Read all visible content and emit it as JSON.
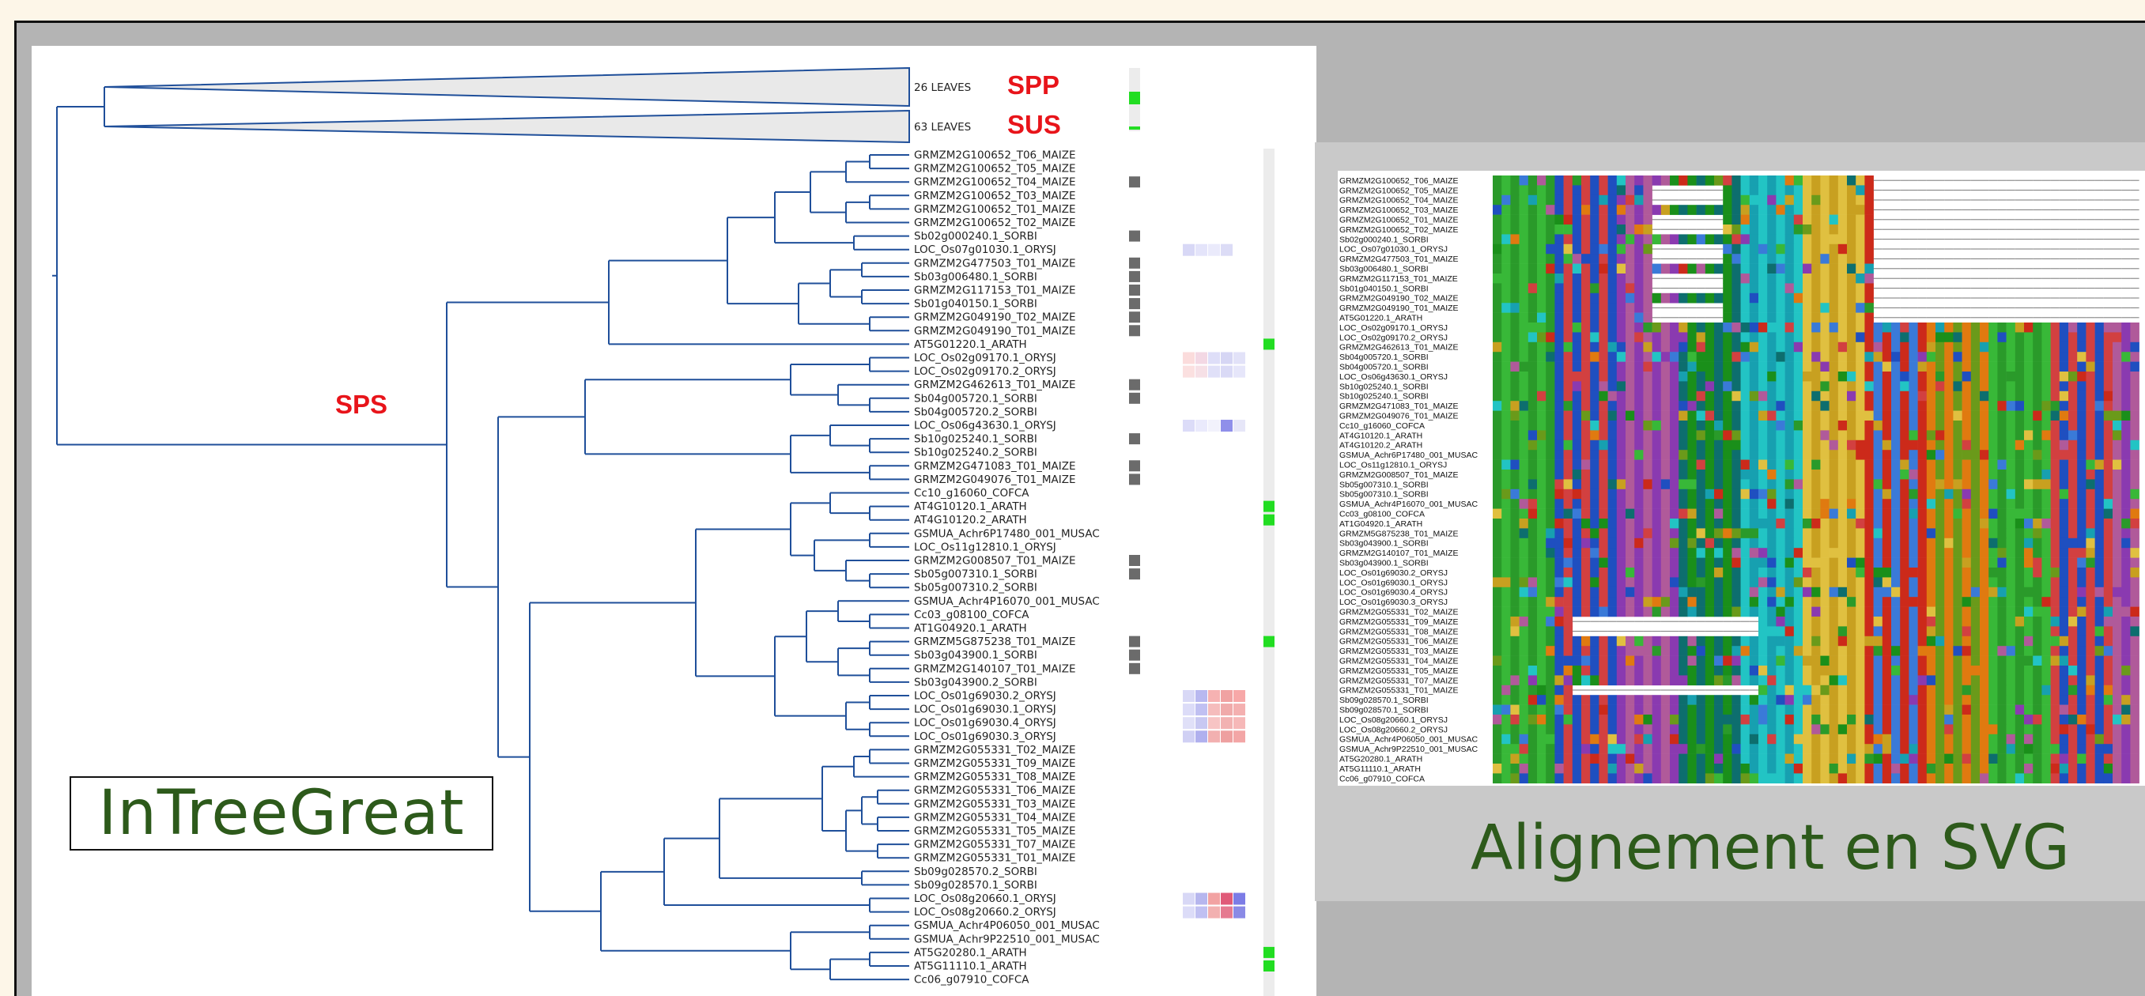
{
  "collapsed": {
    "spp": {
      "leaves_label": "26 LEAVES",
      "family": "SPP"
    },
    "sus": {
      "leaves_label": "63 LEAVES",
      "family": "SUS"
    }
  },
  "sps_label": "SPS",
  "leaves": [
    "GRMZM2G100652_T06_MAIZE",
    "GRMZM2G100652_T05_MAIZE",
    "GRMZM2G100652_T04_MAIZE",
    "GRMZM2G100652_T03_MAIZE",
    "GRMZM2G100652_T01_MAIZE",
    "GRMZM2G100652_T02_MAIZE",
    "Sb02g000240.1_SORBI",
    "LOC_Os07g01030.1_ORYSJ",
    "GRMZM2G477503_T01_MAIZE",
    "Sb03g006480.1_SORBI",
    "GRMZM2G117153_T01_MAIZE",
    "Sb01g040150.1_SORBI",
    "GRMZM2G049190_T02_MAIZE",
    "GRMZM2G049190_T01_MAIZE",
    "AT5G01220.1_ARATH",
    "LOC_Os02g09170.1_ORYSJ",
    "LOC_Os02g09170.2_ORYSJ",
    "GRMZM2G462613_T01_MAIZE",
    "Sb04g005720.1_SORBI",
    "Sb04g005720.2_SORBI",
    "LOC_Os06g43630.1_ORYSJ",
    "Sb10g025240.1_SORBI",
    "Sb10g025240.2_SORBI",
    "GRMZM2G471083_T01_MAIZE",
    "GRMZM2G049076_T01_MAIZE",
    "Cc10_g16060_COFCA",
    "AT4G10120.1_ARATH",
    "AT4G10120.2_ARATH",
    "GSMUA_Achr6P17480_001_MUSAC",
    "LOC_Os11g12810.1_ORYSJ",
    "GRMZM2G008507_T01_MAIZE",
    "Sb05g007310.1_SORBI",
    "Sb05g007310.2_SORBI",
    "GSMUA_Achr4P16070_001_MUSAC",
    "Cc03_g08100_COFCA",
    "AT1G04920.1_ARATH",
    "GRMZM5G875238_T01_MAIZE",
    "Sb03g043900.1_SORBI",
    "GRMZM2G140107_T01_MAIZE",
    "Sb03g043900.2_SORBI",
    "LOC_Os01g69030.2_ORYSJ",
    "LOC_Os01g69030.1_ORYSJ",
    "LOC_Os01g69030.4_ORYSJ",
    "LOC_Os01g69030.3_ORYSJ",
    "GRMZM2G055331_T02_MAIZE",
    "GRMZM2G055331_T09_MAIZE",
    "GRMZM2G055331_T08_MAIZE",
    "GRMZM2G055331_T06_MAIZE",
    "GRMZM2G055331_T03_MAIZE",
    "GRMZM2G055331_T04_MAIZE",
    "GRMZM2G055331_T05_MAIZE",
    "GRMZM2G055331_T07_MAIZE",
    "GRMZM2G055331_T01_MAIZE",
    "Sb09g028570.2_SORBI",
    "Sb09g028570.1_SORBI",
    "LOC_Os08g20660.1_ORYSJ",
    "LOC_Os08g20660.2_ORYSJ",
    "GSMUA_Achr4P06050_001_MUSAC",
    "GSMUA_Achr9P22510_001_MUSAC",
    "AT5G20280.1_ARATH",
    "AT5G11110.1_ARATH",
    "Cc06_g07910_COFCA"
  ],
  "grey_marks": [
    2,
    6,
    8,
    9,
    10,
    11,
    12,
    13,
    17,
    18,
    21,
    23,
    24,
    30,
    31,
    36,
    37,
    38
  ],
  "green_marks": [
    14,
    26,
    27,
    36,
    59,
    60
  ],
  "expression_rows": {
    "7": [
      "#d8d8f6",
      "#e4e4fa",
      "#eaeafb",
      "#dcdcf6"
    ],
    "15": [
      "#fbdcdc",
      "#f3d8e4",
      "#dedef8",
      "#d6d6f4",
      "#e2e2f8"
    ],
    "16": [
      "#fbe0e0",
      "#f6e0e6",
      "#e0e0f8",
      "#dadaf6",
      "#e6e6fa"
    ],
    "20": [
      "#dcdcf8",
      "#eaeafc",
      "#f2f2fc",
      "#8f8fea",
      "#e6e6f8"
    ],
    "40": [
      "#d8d8f6",
      "#b8b8f0",
      "#f6b2b2",
      "#f0a2a2",
      "#f7a8a8"
    ],
    "41": [
      "#dcdcf8",
      "#c0c0f2",
      "#f5bcbc",
      "#f0aaaa",
      "#f4b0b0"
    ],
    "42": [
      "#e0e0f8",
      "#c8c8f2",
      "#f7c4c4",
      "#f2b2b2",
      "#f6b8b8"
    ],
    "43": [
      "#d0d0f4",
      "#b0b0ee",
      "#f2b0b0",
      "#eea0a0",
      "#f3a6a6"
    ],
    "55": [
      "#d8d8f6",
      "#b6b6ee",
      "#f2a2a2",
      "#e05a78",
      "#7c7ce6"
    ],
    "56": [
      "#dcdcf8",
      "#c0c0f2",
      "#f2b0b0",
      "#e57a90",
      "#8a8ae6"
    ]
  },
  "align_labels": [
    "GRMZM2G100652_T06_MAIZE",
    "GRMZM2G100652_T05_MAIZE",
    "GRMZM2G100652_T04_MAIZE",
    "GRMZM2G100652_T03_MAIZE",
    "GRMZM2G100652_T01_MAIZE",
    "GRMZM2G100652_T02_MAIZE",
    "Sb02g000240.1_SORBI",
    "LOC_Os07g01030.1_ORYSJ",
    "GRMZM2G477503_T01_MAIZE",
    "Sb03g006480.1_SORBI",
    "GRMZM2G117153_T01_MAIZE",
    "Sb01g040150.1_SORBI",
    "GRMZM2G049190_T02_MAIZE",
    "GRMZM2G049190_T01_MAIZE",
    "AT5G01220.1_ARATH",
    "LOC_Os02g09170.1_ORYSJ",
    "LOC_Os02g09170.2_ORYSJ",
    "GRMZM2G462613_T01_MAIZE",
    "Sb04g005720.1_SORBI",
    "Sb04g005720.1_SORBI",
    "LOC_Os06g43630.1_ORYSJ",
    "Sb10g025240.1_SORBI",
    "Sb10g025240.1_SORBI",
    "GRMZM2G471083_T01_MAIZE",
    "GRMZM2G049076_T01_MAIZE",
    "Cc10_g16060_COFCA",
    "AT4G10120.1_ARATH",
    "AT4G10120.2_ARATH",
    "GSMUA_Achr6P17480_001_MUSAC",
    "LOC_Os11g12810.1_ORYSJ",
    "GRMZM2G008507_T01_MAIZE",
    "Sb05g007310.1_SORBI",
    "Sb05g007310.1_SORBI",
    "GSMUA_Achr4P16070_001_MUSAC",
    "Cc03_g08100_COFCA",
    "AT1G04920.1_ARATH",
    "GRMZM5G875238_T01_MAIZE",
    "Sb03g043900.1_SORBI",
    "GRMZM2G140107_T01_MAIZE",
    "Sb03g043900.1_SORBI",
    "LOC_Os01g69030.2_ORYSJ",
    "LOC_Os01g69030.1_ORYSJ",
    "LOC_Os01g69030.4_ORYSJ",
    "LOC_Os01g69030.3_ORYSJ",
    "GRMZM2G055331_T02_MAIZE",
    "GRMZM2G055331_T09_MAIZE",
    "GRMZM2G055331_T08_MAIZE",
    "GRMZM2G055331_T06_MAIZE",
    "GRMZM2G055331_T03_MAIZE",
    "GRMZM2G055331_T04_MAIZE",
    "GRMZM2G055331_T05_MAIZE",
    "GRMZM2G055331_T07_MAIZE",
    "GRMZM2G055331_T01_MAIZE",
    "Sb09g028570.1_SORBI",
    "Sb09g028570.1_SORBI",
    "LOC_Os08g20660.1_ORYSJ",
    "LOC_Os08g20660.2_ORYSJ",
    "GSMUA_Achr4P06050_001_MUSAC",
    "GSMUA_Achr9P22510_001_MUSAC",
    "AT5G20280.1_ARATH",
    "AT5G11110.1_ARATH",
    "Cc06_g07910_COFCA"
  ],
  "aa_colors": [
    "#2a9a2a",
    "#1a8f1a",
    "#cc2a1a",
    "#1f4fc0",
    "#17a0b0",
    "#e07a10",
    "#8a3ab0",
    "#c8a020",
    "#38b838",
    "#0d6e6e",
    "#3a7ad8",
    "#d24040",
    "#22c4c4",
    "#6a9a1a",
    "#b05a9a",
    "#e0c040"
  ],
  "brand": "InTreeGreat",
  "align_title": "Alignement en SVG",
  "colors": {
    "branch": "#1f4f9a",
    "family_label": "#e8141a",
    "title_green": "#2d5a1b",
    "grey_mark": "#6b6b6b",
    "green_mark": "#22dd22"
  }
}
